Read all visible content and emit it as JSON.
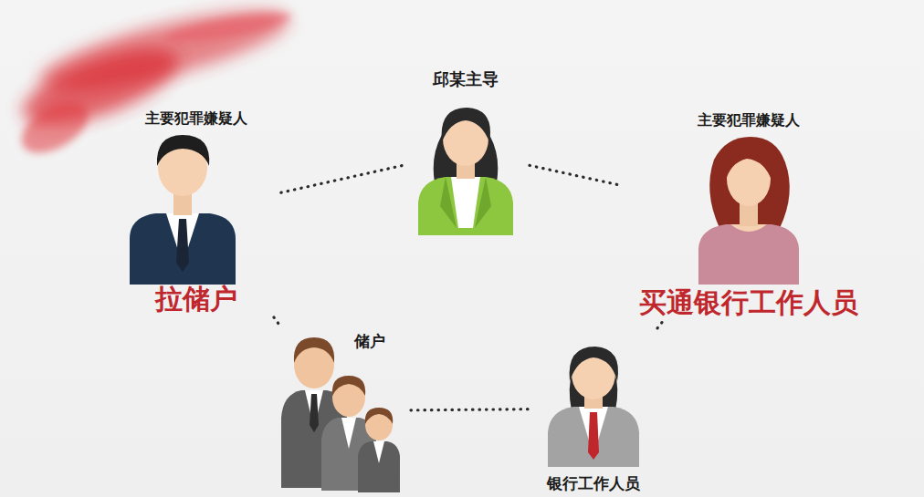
{
  "diagram": {
    "nodes": [
      {
        "text": [
          "邱某主导"
        ]
      },
      {
        "text": [
          "主要犯罪嫌疑人",
          "拉储户"
        ]
      },
      {
        "text": [
          "主要犯罪嫌疑人",
          "买通银行工作人员"
        ]
      },
      {
        "text": [
          "储户"
        ]
      },
      {
        "text": [
          "银行工作人员"
        ]
      }
    ],
    "edges": [
      {
        "from": 0,
        "to": 1,
        "arrow": "none"
      },
      {
        "from": 0,
        "to": 2,
        "arrow": "none"
      },
      {
        "from": 1,
        "to": 3,
        "arrow": "none"
      },
      {
        "from": 3,
        "to": 4,
        "arrow": "none"
      },
      {
        "from": 4,
        "to": 2,
        "arrow": "none"
      }
    ]
  }
}
